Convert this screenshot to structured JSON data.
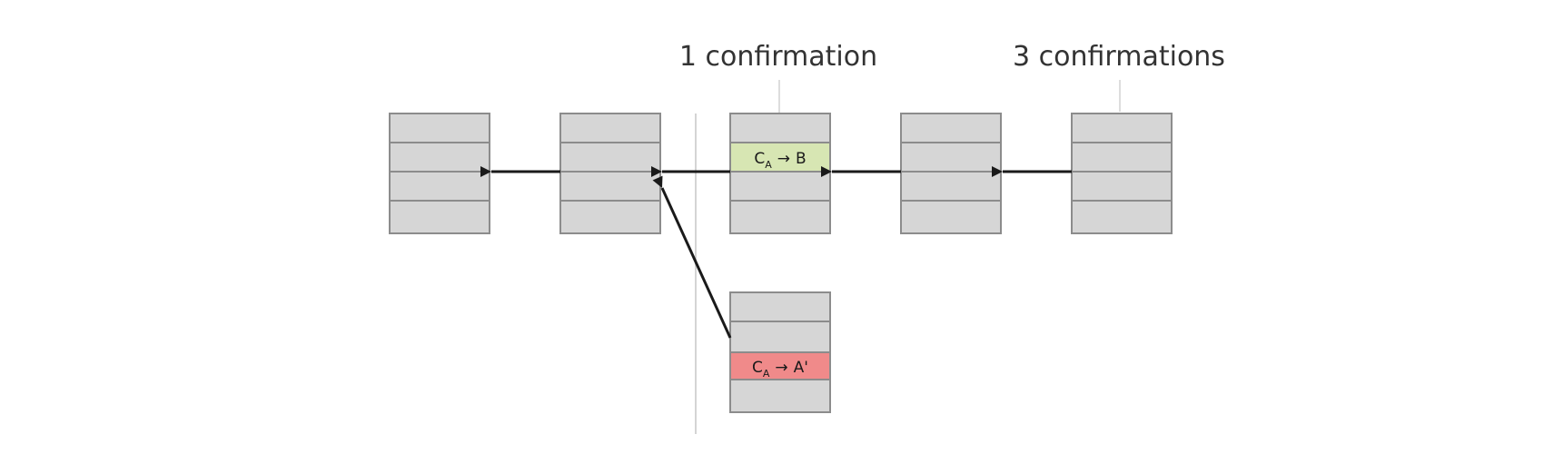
{
  "labels": {
    "one_confirmation": "1 confirmation",
    "three_confirmations": "3 confirmations"
  },
  "transactions": {
    "tx_b": {
      "from": "C",
      "from_sub": "A",
      "arrow": "→",
      "to": "B"
    },
    "tx_a_prime": {
      "from": "C",
      "from_sub": "A",
      "arrow": "→",
      "to": "A'"
    }
  },
  "colors": {
    "block_fill": "#d6d6d6",
    "block_stroke": "#8c8c8c",
    "tx_b_fill": "#d7e6b3",
    "tx_a_prime_fill": "#f08a8a",
    "arrow": "#1a1a1a",
    "divider": "#d4d4d4",
    "label_text": "#333333"
  }
}
